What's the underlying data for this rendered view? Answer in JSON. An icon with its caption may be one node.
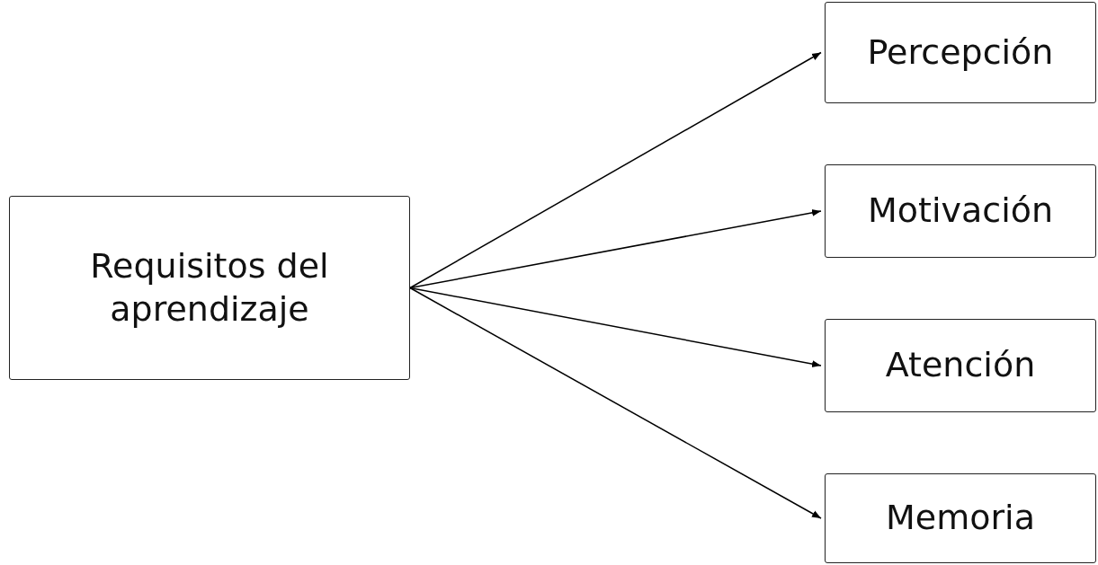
{
  "diagram": {
    "nodes": [
      {
        "text": [
          "Requisitos del aprendizaje"
        ]
      },
      {
        "text": [
          "Percepción"
        ]
      },
      {
        "text": [
          "Motivación"
        ]
      },
      {
        "text": [
          "Atención"
        ]
      },
      {
        "text": [
          "Memoria"
        ]
      }
    ],
    "edges": [
      {
        "from": 0,
        "to": 1,
        "arrow": "to"
      },
      {
        "from": 0,
        "to": 2,
        "arrow": "to"
      },
      {
        "from": 0,
        "to": 3,
        "arrow": "to"
      },
      {
        "from": 0,
        "to": 4,
        "arrow": "to"
      }
    ]
  }
}
